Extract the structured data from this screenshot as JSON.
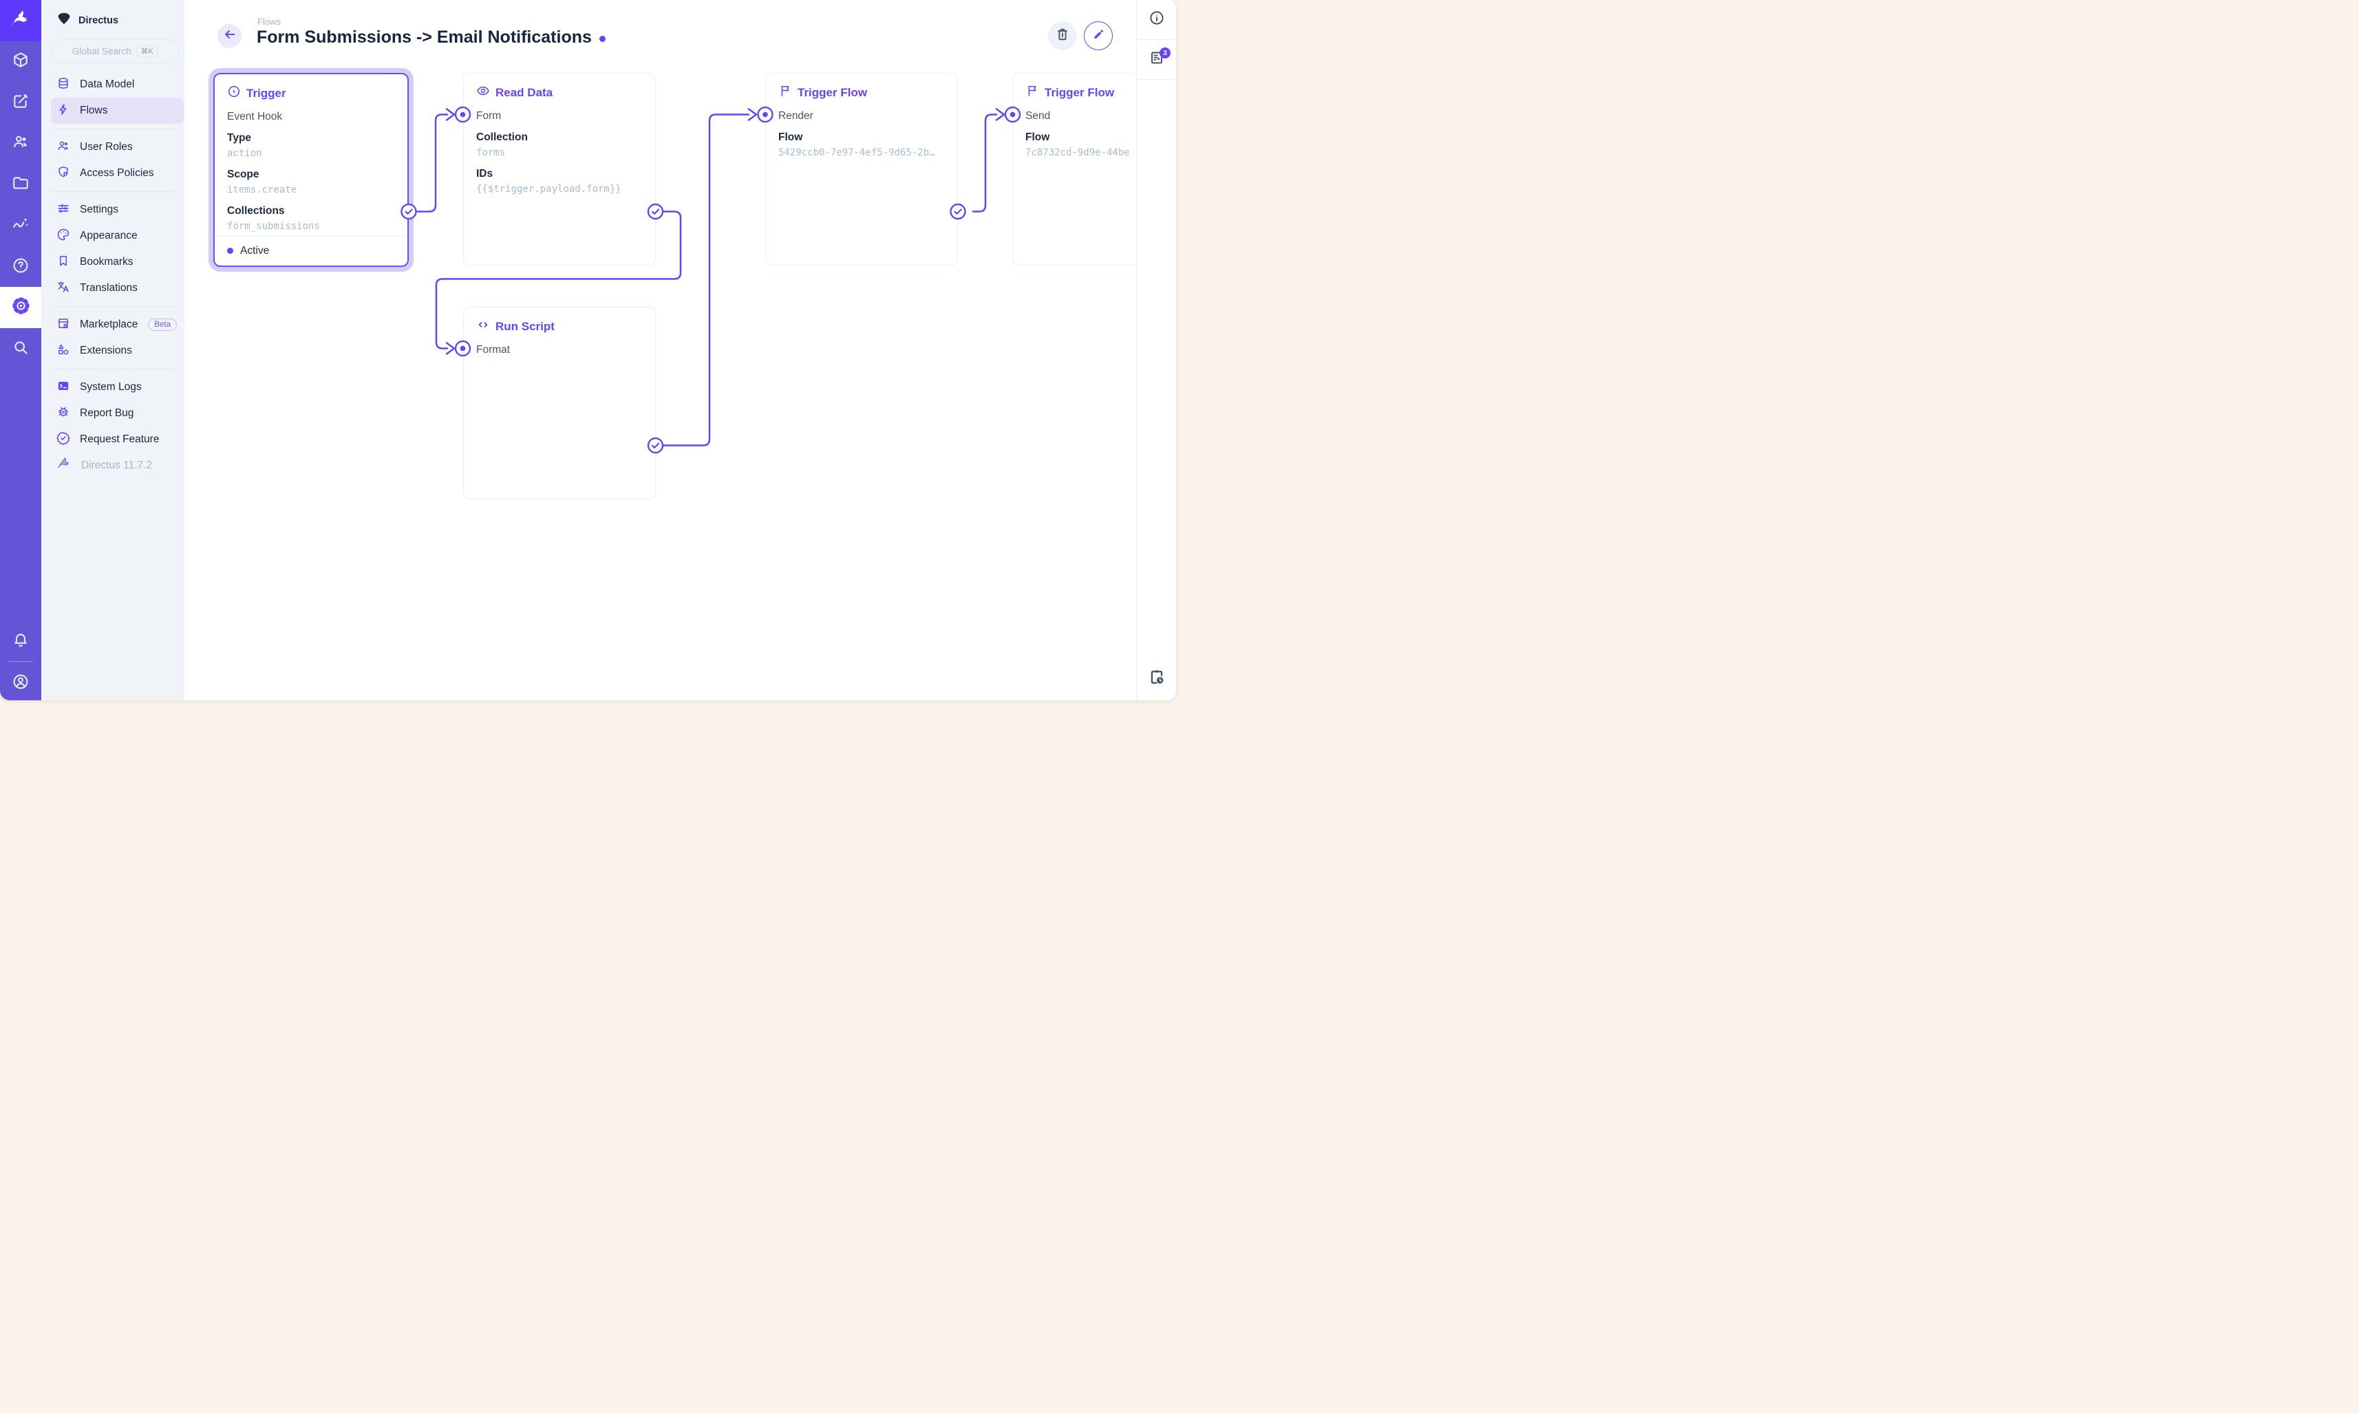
{
  "colors": {
    "accent": "#6644FF",
    "module_bar": "#6355D6",
    "logo_block": "#5C39FB",
    "nav_background": "#F0F4F9",
    "selected_glow": "#D5CBF7",
    "value_text": "#A9BCD4",
    "canvas_background": "#FFFFFF",
    "desktop_background": "#FAF4EB"
  },
  "module_bar": {
    "modules": [
      "content",
      "editor",
      "users",
      "files",
      "insights",
      "help",
      "settings",
      "search"
    ],
    "active_module": "settings",
    "bottom": [
      "notifications",
      "account"
    ]
  },
  "sidebar": {
    "project_name": "Directus",
    "search_placeholder": "Global Search",
    "search_shortcut": "⌘K",
    "items": [
      {
        "label": "Data Model"
      },
      {
        "label": "Flows",
        "active": true
      },
      {
        "label": "User Roles"
      },
      {
        "label": "Access Policies"
      },
      {
        "label": "Settings"
      },
      {
        "label": "Appearance"
      },
      {
        "label": "Bookmarks"
      },
      {
        "label": "Translations"
      },
      {
        "label": "Marketplace",
        "badge": "Beta"
      },
      {
        "label": "Extensions"
      },
      {
        "label": "System Logs"
      },
      {
        "label": "Report Bug"
      },
      {
        "label": "Request Feature"
      }
    ],
    "version": "Directus 11.7.2"
  },
  "header": {
    "breadcrumb": "Flows",
    "title": "Form Submissions -> Email Notifications"
  },
  "right_sidebar": {
    "notifications_count": "3"
  },
  "flow": {
    "nodes": {
      "trigger": {
        "title": "Trigger",
        "type_label": "Event Hook",
        "fields": [
          {
            "label": "Type",
            "value": "action"
          },
          {
            "label": "Scope",
            "value": "items.create"
          },
          {
            "label": "Collections",
            "value": "form_submissions"
          }
        ],
        "status": "Active"
      },
      "read_data": {
        "title": "Read Data",
        "name": "Form",
        "fields": [
          {
            "label": "Collection",
            "value": "forms"
          },
          {
            "label": "IDs",
            "value": "{{$trigger.payload.form}}"
          }
        ]
      },
      "trigger_flow_render": {
        "title": "Trigger Flow",
        "name": "Render",
        "fields": [
          {
            "label": "Flow",
            "value": "5429ccb0-7e97-4ef5-9d65-2b…"
          }
        ]
      },
      "run_script": {
        "title": "Run Script",
        "name": "Format",
        "fields": []
      },
      "trigger_flow_send": {
        "title": "Trigger Flow",
        "name": "Send",
        "fields": [
          {
            "label": "Flow",
            "value": "7c8732cd-9d9e-44be"
          }
        ]
      }
    }
  }
}
